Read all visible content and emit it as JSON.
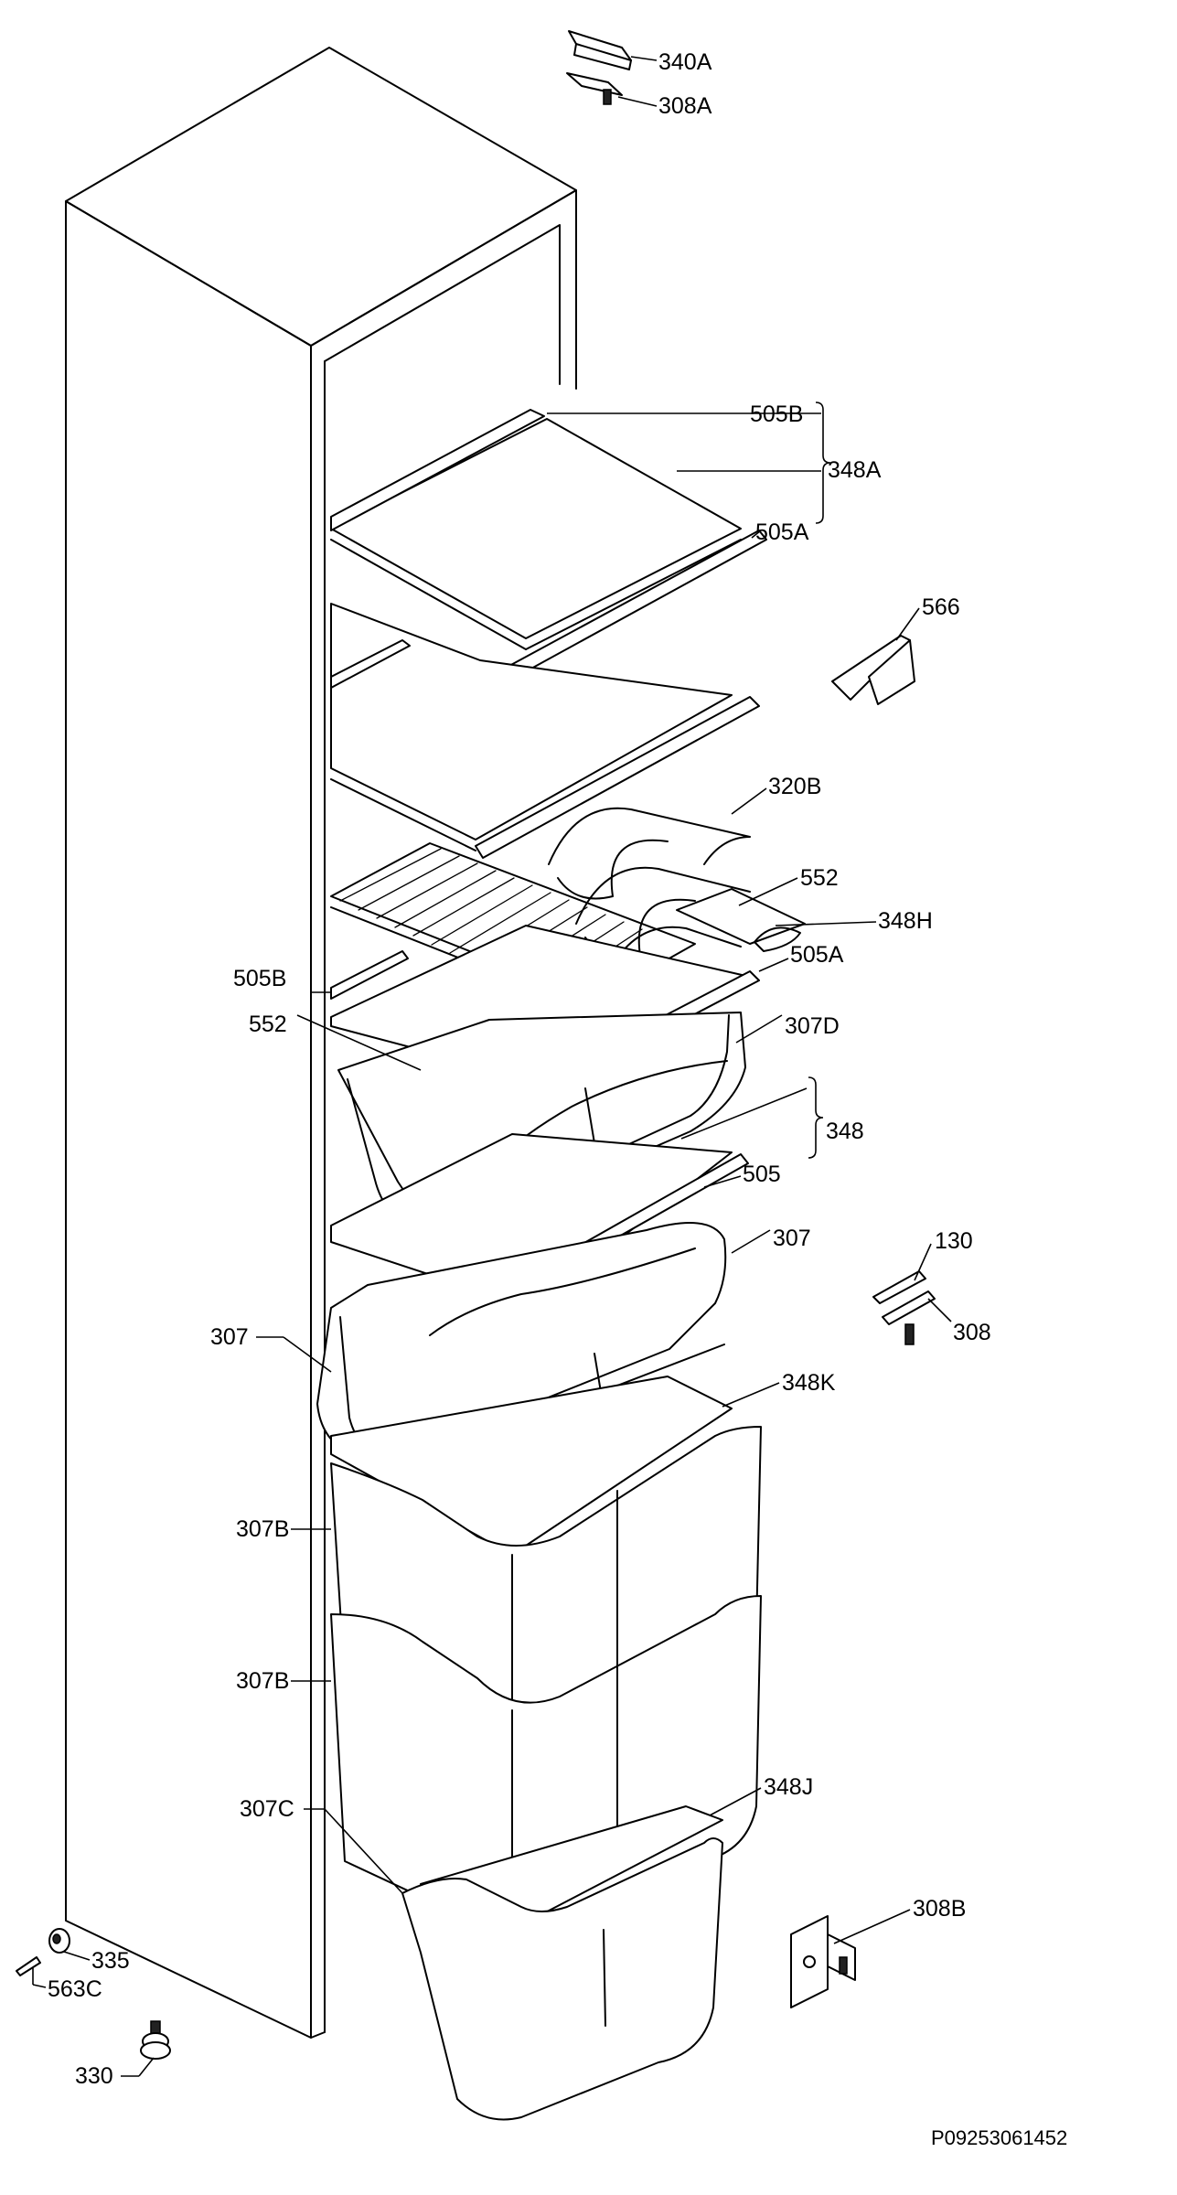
{
  "diagram": {
    "drawing_code": "P09253061452",
    "labels": {
      "l340a": "340A",
      "l308a": "308A",
      "l505b_top": "505B",
      "l348a": "348A",
      "l505a_top": "505A",
      "l566": "566",
      "l320b": "320B",
      "l552_right": "552",
      "l348h": "348H",
      "l505b_left": "505B",
      "l505a_mid": "505A",
      "l552_left": "552",
      "l307d": "307D",
      "l348": "348",
      "l505": "505",
      "l307_right": "307",
      "l130": "130",
      "l308": "308",
      "l307_left": "307",
      "l348k": "348K",
      "l307b_upper": "307B",
      "l307b_lower": "307B",
      "l348j": "348J",
      "l307c": "307C",
      "l308b": "308B",
      "l335": "335",
      "l563c": "563C",
      "l330": "330"
    }
  }
}
